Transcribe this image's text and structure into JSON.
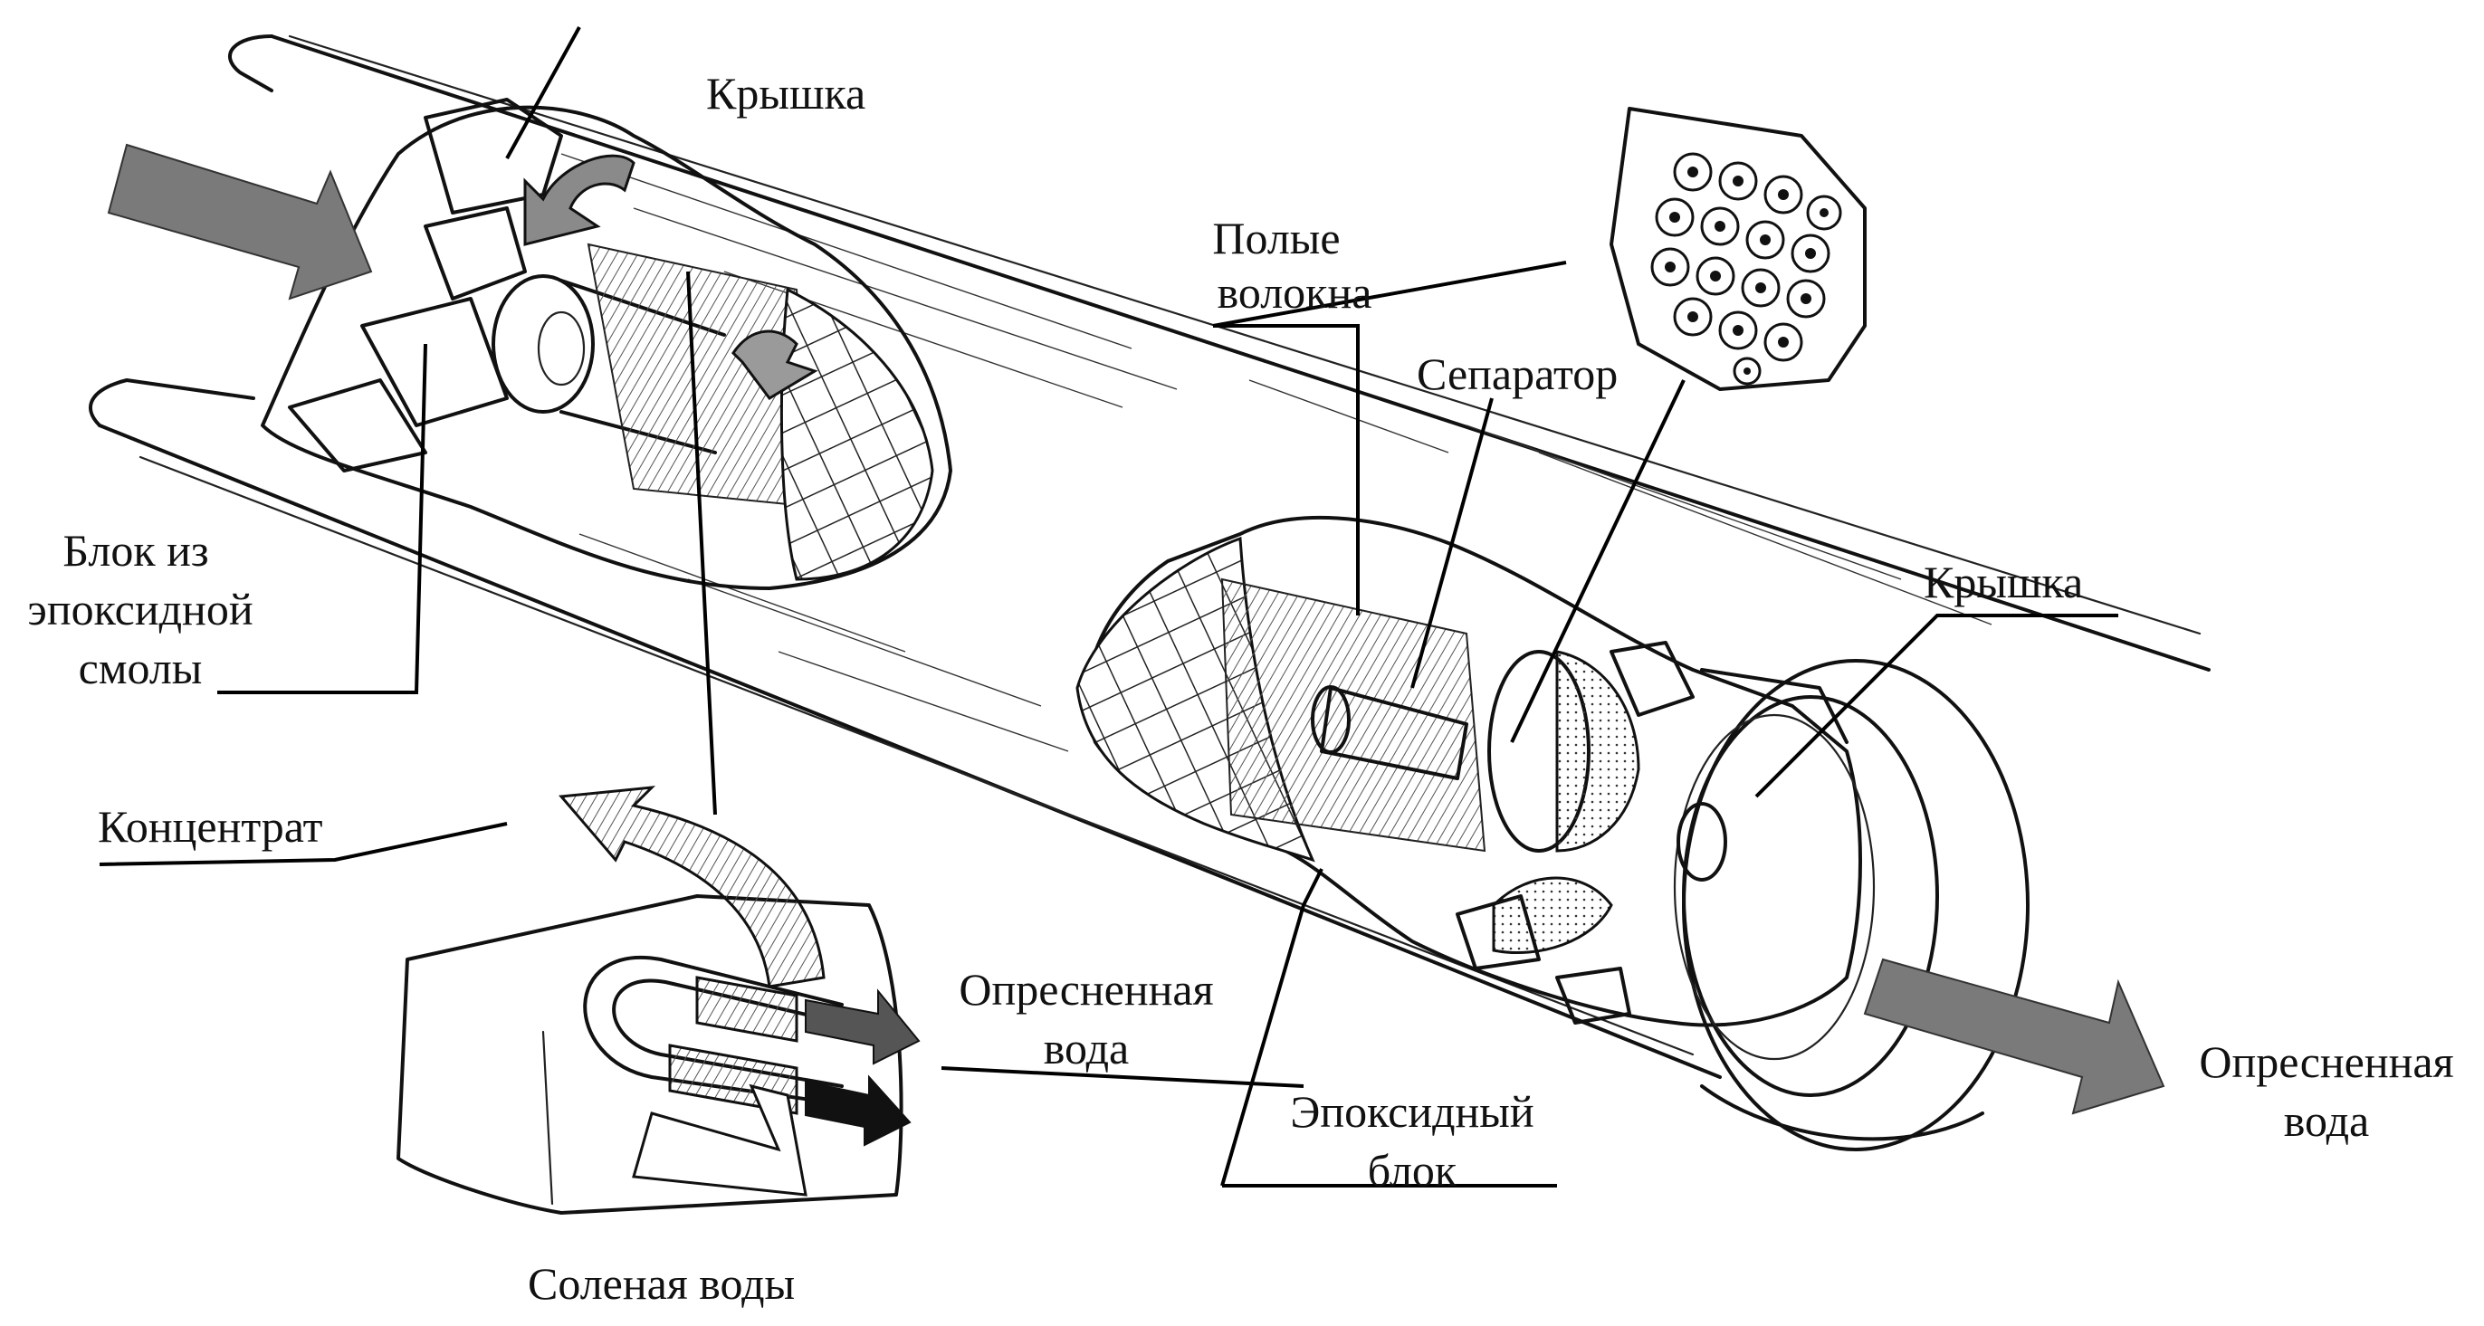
{
  "figure": {
    "labels": {
      "cap_top": "Крышка",
      "hollow_fibers_line1": "Полые",
      "hollow_fibers_line2": "волокна",
      "separator": "Сепаратор",
      "cap_right": "Крышка",
      "epoxy_block_line1": "Блок из",
      "epoxy_block_line2": "эпоксидной",
      "epoxy_block_line3": "смолы",
      "concentrate": "Концентрат",
      "desalinated_mid_line1": "Опресненная",
      "desalinated_mid_line2": "вода",
      "desalinated_right_line1": "Опресненная",
      "desalinated_right_line2": "вода",
      "epoxy_block_right_line1": "Эпоксидный",
      "epoxy_block_right_line2": "блок",
      "salt_water": "Соленая воды"
    },
    "colors": {
      "line": "#111111",
      "arrow_fill": "#7a7a7a",
      "background": "#ffffff"
    }
  }
}
